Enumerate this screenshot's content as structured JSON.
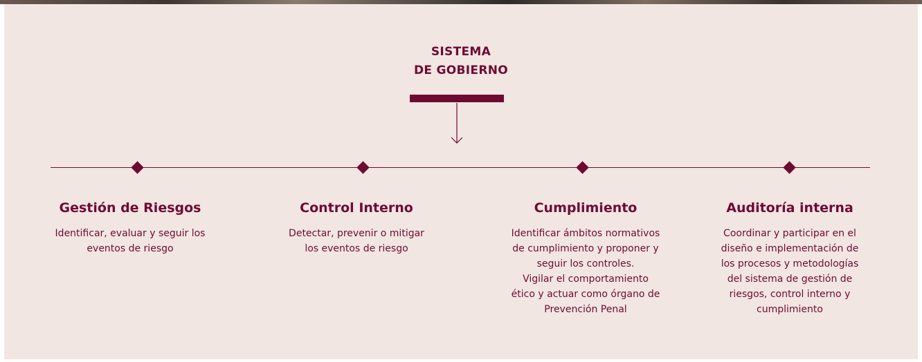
{
  "header": {
    "title_lines": [
      "SISTEMA",
      "DE GOBIERNO"
    ]
  },
  "columns": [
    {
      "title": "Gestión de Riesgos",
      "lines": [
        "Identificar, evaluar y seguir los",
        "eventos de riesgo"
      ]
    },
    {
      "title": "Control Interno",
      "lines": [
        "Detectar, prevenir o mitigar",
        "los eventos de riesgo"
      ]
    },
    {
      "title": "Cumplimiento",
      "lines": [
        "Identificar ámbitos normativos",
        "de cumplimiento y proponer y",
        "seguir los controles.",
        "Vigilar el comportamiento",
        "ético y actuar como órgano de",
        "Prevención Penal"
      ]
    },
    {
      "title": "Auditoría interna",
      "lines": [
        "Coordinar y participar en el",
        "diseño e implementación de",
        "los procesos y metodologías",
        "del sistema de gestión de",
        "riesgos, control interno y",
        "cumplimiento"
      ]
    }
  ],
  "colors": {
    "accent": "#6e0b32",
    "panel_background": "#f2e6e2"
  },
  "icons": {
    "connector": "arrow-down-icon",
    "node": "diamond-icon"
  }
}
